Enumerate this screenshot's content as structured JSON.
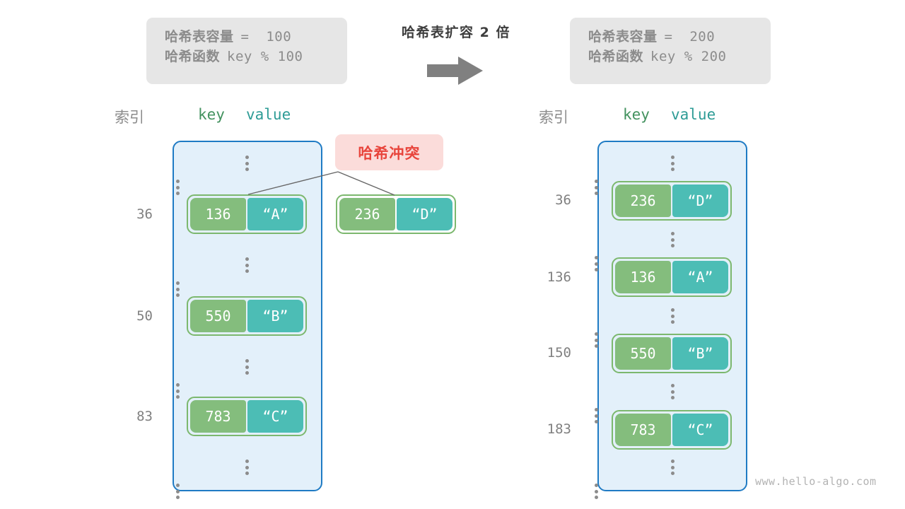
{
  "title": "哈希表扩容 2 倍",
  "arrow": "right-arrow-icon",
  "watermark": "www.hello-algo.com",
  "collision_badge": "哈希冲突",
  "colors": {
    "key_fill": "#84bd7d",
    "value_fill": "#4cbdb5",
    "pair_border": "#7cb86e",
    "table_fill": "#e3f0fa",
    "table_border": "#1f7bc4",
    "badge_fill": "#fbdcda",
    "badge_text": "#e8453c",
    "info_fill": "#e6e6e6",
    "info_text": "#8c8c8c",
    "index_text": "#808080",
    "head_key": "#43925f",
    "head_value": "#2e9c96"
  },
  "headers": {
    "index": "索引",
    "key": "key",
    "value": "value"
  },
  "left": {
    "info": {
      "capacity_label": "哈希表容量",
      "capacity_value": "=  100",
      "function_label": "哈希函数",
      "function_value": "key % 100"
    },
    "indices": [
      "⋮",
      "36",
      "⋮",
      "50",
      "⋮",
      "83",
      "⋮"
    ],
    "entries": [
      {
        "index": "36",
        "key": "136",
        "value": "“A”"
      },
      {
        "index": "50",
        "key": "550",
        "value": "“B”"
      },
      {
        "index": "83",
        "key": "783",
        "value": "“C”"
      }
    ],
    "overflow_entry": {
      "key": "236",
      "value": "“D”"
    }
  },
  "right": {
    "info": {
      "capacity_label": "哈希表容量",
      "capacity_value": "=  200",
      "function_label": "哈希函数",
      "function_value": "key % 200"
    },
    "indices": [
      "⋮",
      "36",
      "⋮",
      "136",
      "⋮",
      "150",
      "⋮",
      "183",
      "⋮"
    ],
    "entries": [
      {
        "index": "36",
        "key": "236",
        "value": "“D”"
      },
      {
        "index": "136",
        "key": "136",
        "value": "“A”"
      },
      {
        "index": "150",
        "key": "550",
        "value": "“B”"
      },
      {
        "index": "183",
        "key": "783",
        "value": "“C”"
      }
    ]
  }
}
